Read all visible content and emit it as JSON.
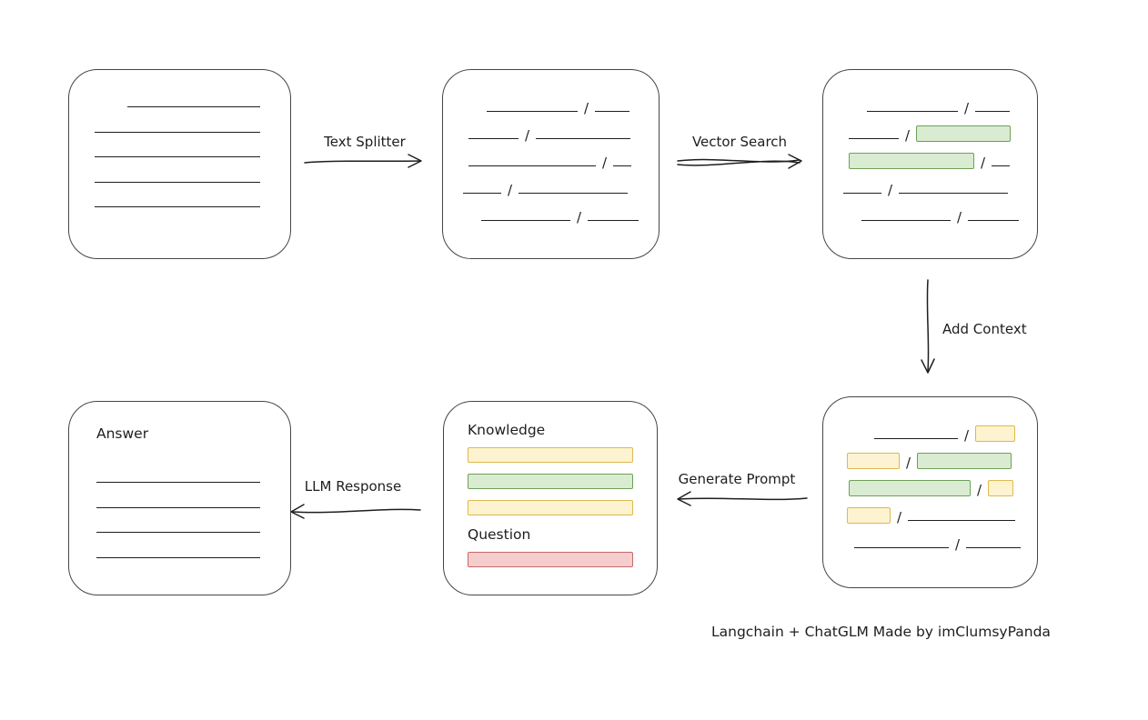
{
  "canvas": {
    "background": "#ffffff"
  },
  "colors": {
    "ink": "#1e1e1e",
    "box_border": "#43464a",
    "green_fill": "#d9ecd2",
    "green_border": "#6f9f58",
    "yellow_fill": "#fdf3d0",
    "yellow_border": "#dcb94f",
    "red_fill": "#f6cdcd",
    "red_border": "#c46a6a"
  },
  "separator": "/",
  "arrows": {
    "text_splitter": {
      "label": "Text Splitter"
    },
    "vector_search": {
      "label": "Vector Search"
    },
    "add_context": {
      "label": "Add Context"
    },
    "generate_prompt": {
      "label": "Generate Prompt"
    },
    "llm_response": {
      "label": "LLM Response"
    }
  },
  "boxes": {
    "source_document": {
      "lines": [
        {
          "pad": 36,
          "w": 146
        },
        {
          "pad": 0,
          "w": 182
        },
        {
          "pad": 0,
          "w": 182
        },
        {
          "pad": 0,
          "w": 182
        },
        {
          "pad": 0,
          "w": 182
        }
      ]
    },
    "split_chunks": {
      "rows": [
        {
          "pad": 26,
          "segs": [
            {
              "type": "line",
              "w": 100
            },
            {
              "type": "line",
              "w": 38
            }
          ]
        },
        {
          "pad": 6,
          "segs": [
            {
              "type": "line",
              "w": 55
            },
            {
              "type": "line",
              "w": 104
            }
          ]
        },
        {
          "pad": 6,
          "segs": [
            {
              "type": "line",
              "w": 140
            },
            {
              "type": "line",
              "w": 20
            }
          ]
        },
        {
          "pad": 0,
          "segs": [
            {
              "type": "line",
              "w": 42
            },
            {
              "type": "line",
              "w": 120
            }
          ]
        },
        {
          "pad": 20,
          "segs": [
            {
              "type": "line",
              "w": 98
            },
            {
              "type": "line",
              "w": 56
            }
          ]
        }
      ]
    },
    "matched_chunks": {
      "rows": [
        {
          "pad": 26,
          "segs": [
            {
              "type": "line",
              "w": 100
            },
            {
              "type": "line",
              "w": 38
            }
          ]
        },
        {
          "pad": 6,
          "segs": [
            {
              "type": "line",
              "w": 55
            },
            {
              "type": "green",
              "w": 104
            }
          ]
        },
        {
          "pad": 6,
          "segs": [
            {
              "type": "green",
              "w": 138
            },
            {
              "type": "line",
              "w": 20
            }
          ]
        },
        {
          "pad": 0,
          "segs": [
            {
              "type": "line",
              "w": 42
            },
            {
              "type": "line",
              "w": 120
            }
          ]
        },
        {
          "pad": 20,
          "segs": [
            {
              "type": "line",
              "w": 98
            },
            {
              "type": "line",
              "w": 56
            }
          ]
        }
      ]
    },
    "context_chunks": {
      "rows": [
        {
          "pad": 34,
          "segs": [
            {
              "type": "line",
              "w": 92
            },
            {
              "type": "yellow",
              "w": 44
            }
          ]
        },
        {
          "pad": 4,
          "segs": [
            {
              "type": "yellow",
              "w": 58
            },
            {
              "type": "green",
              "w": 104
            }
          ]
        },
        {
          "pad": 6,
          "segs": [
            {
              "type": "green",
              "w": 134
            },
            {
              "type": "yellow",
              "w": 28
            }
          ]
        },
        {
          "pad": 4,
          "segs": [
            {
              "type": "yellow",
              "w": 48
            },
            {
              "type": "line",
              "w": 118
            }
          ]
        },
        {
          "pad": 12,
          "segs": [
            {
              "type": "line",
              "w": 104
            },
            {
              "type": "line",
              "w": 60
            }
          ]
        }
      ]
    },
    "prompt": {
      "knowledge_label": "Knowledge",
      "question_label": "Question",
      "knowledge_bars": [
        "yellow",
        "green",
        "yellow"
      ],
      "question_bars": [
        "red"
      ]
    },
    "answer": {
      "title": "Answer",
      "lines": [
        {
          "pad": 0,
          "w": 180
        },
        {
          "pad": 0,
          "w": 180
        },
        {
          "pad": 0,
          "w": 180
        },
        {
          "pad": 0,
          "w": 180
        }
      ]
    }
  },
  "credit": "Langchain + ChatGLM Made by imClumsyPanda"
}
